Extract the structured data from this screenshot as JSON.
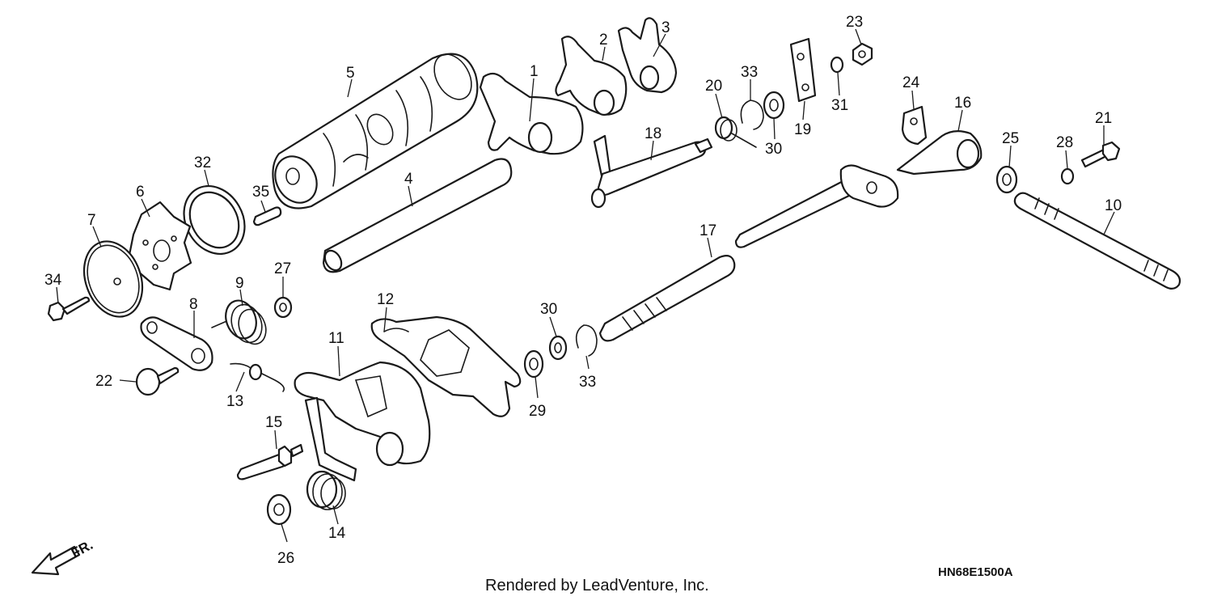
{
  "callouts": {
    "p1": "1",
    "p2": "2",
    "p3": "3",
    "p4": "4",
    "p5": "5",
    "p6": "6",
    "p7": "7",
    "p8": "8",
    "p9": "9",
    "p10": "10",
    "p11": "11",
    "p12": "12",
    "p13": "13",
    "p14": "14",
    "p15": "15",
    "p16": "16",
    "p17": "17",
    "p18": "18",
    "p19": "19",
    "p20": "20",
    "p21": "21",
    "p22": "22",
    "p23": "23",
    "p24": "24",
    "p25": "25",
    "p26": "26",
    "p27": "27",
    "p28": "28",
    "p29": "29",
    "p30a": "30",
    "p30b": "30",
    "p31": "31",
    "p32": "32",
    "p33a": "33",
    "p33b": "33",
    "p34": "34",
    "p35": "35"
  },
  "direction_label": "FR.",
  "footer": {
    "rendered_by": "Rendered by LeadVentʋre, Inc.",
    "diagram_code": "HN68E1500A"
  }
}
